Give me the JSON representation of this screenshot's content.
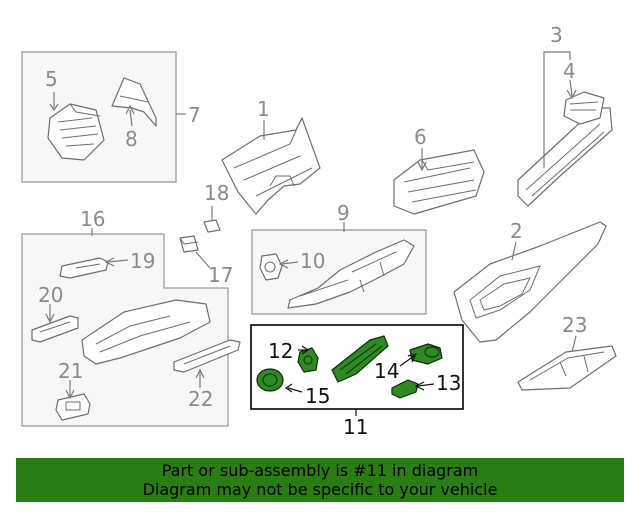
{
  "diagram": {
    "callouts": {
      "c1": "1",
      "c2": "2",
      "c3": "3",
      "c4": "4",
      "c5": "5",
      "c6": "6",
      "c7": "7",
      "c8": "8",
      "c9": "9",
      "c10": "10",
      "c11": "11",
      "c12": "12",
      "c13": "13",
      "c14": "14",
      "c15": "15",
      "c16": "16",
      "c17": "17",
      "c18": "18",
      "c19": "19",
      "c20": "20",
      "c21": "21",
      "c22": "22",
      "c23": "23"
    },
    "highlight_color": "#2f8a24",
    "highlighted_assembly": "11"
  },
  "banner": {
    "line1": "Part or sub-assembly is #11 in diagram",
    "line2": "Diagram may not be specific to your vehicle",
    "background": "#2a7d12"
  }
}
